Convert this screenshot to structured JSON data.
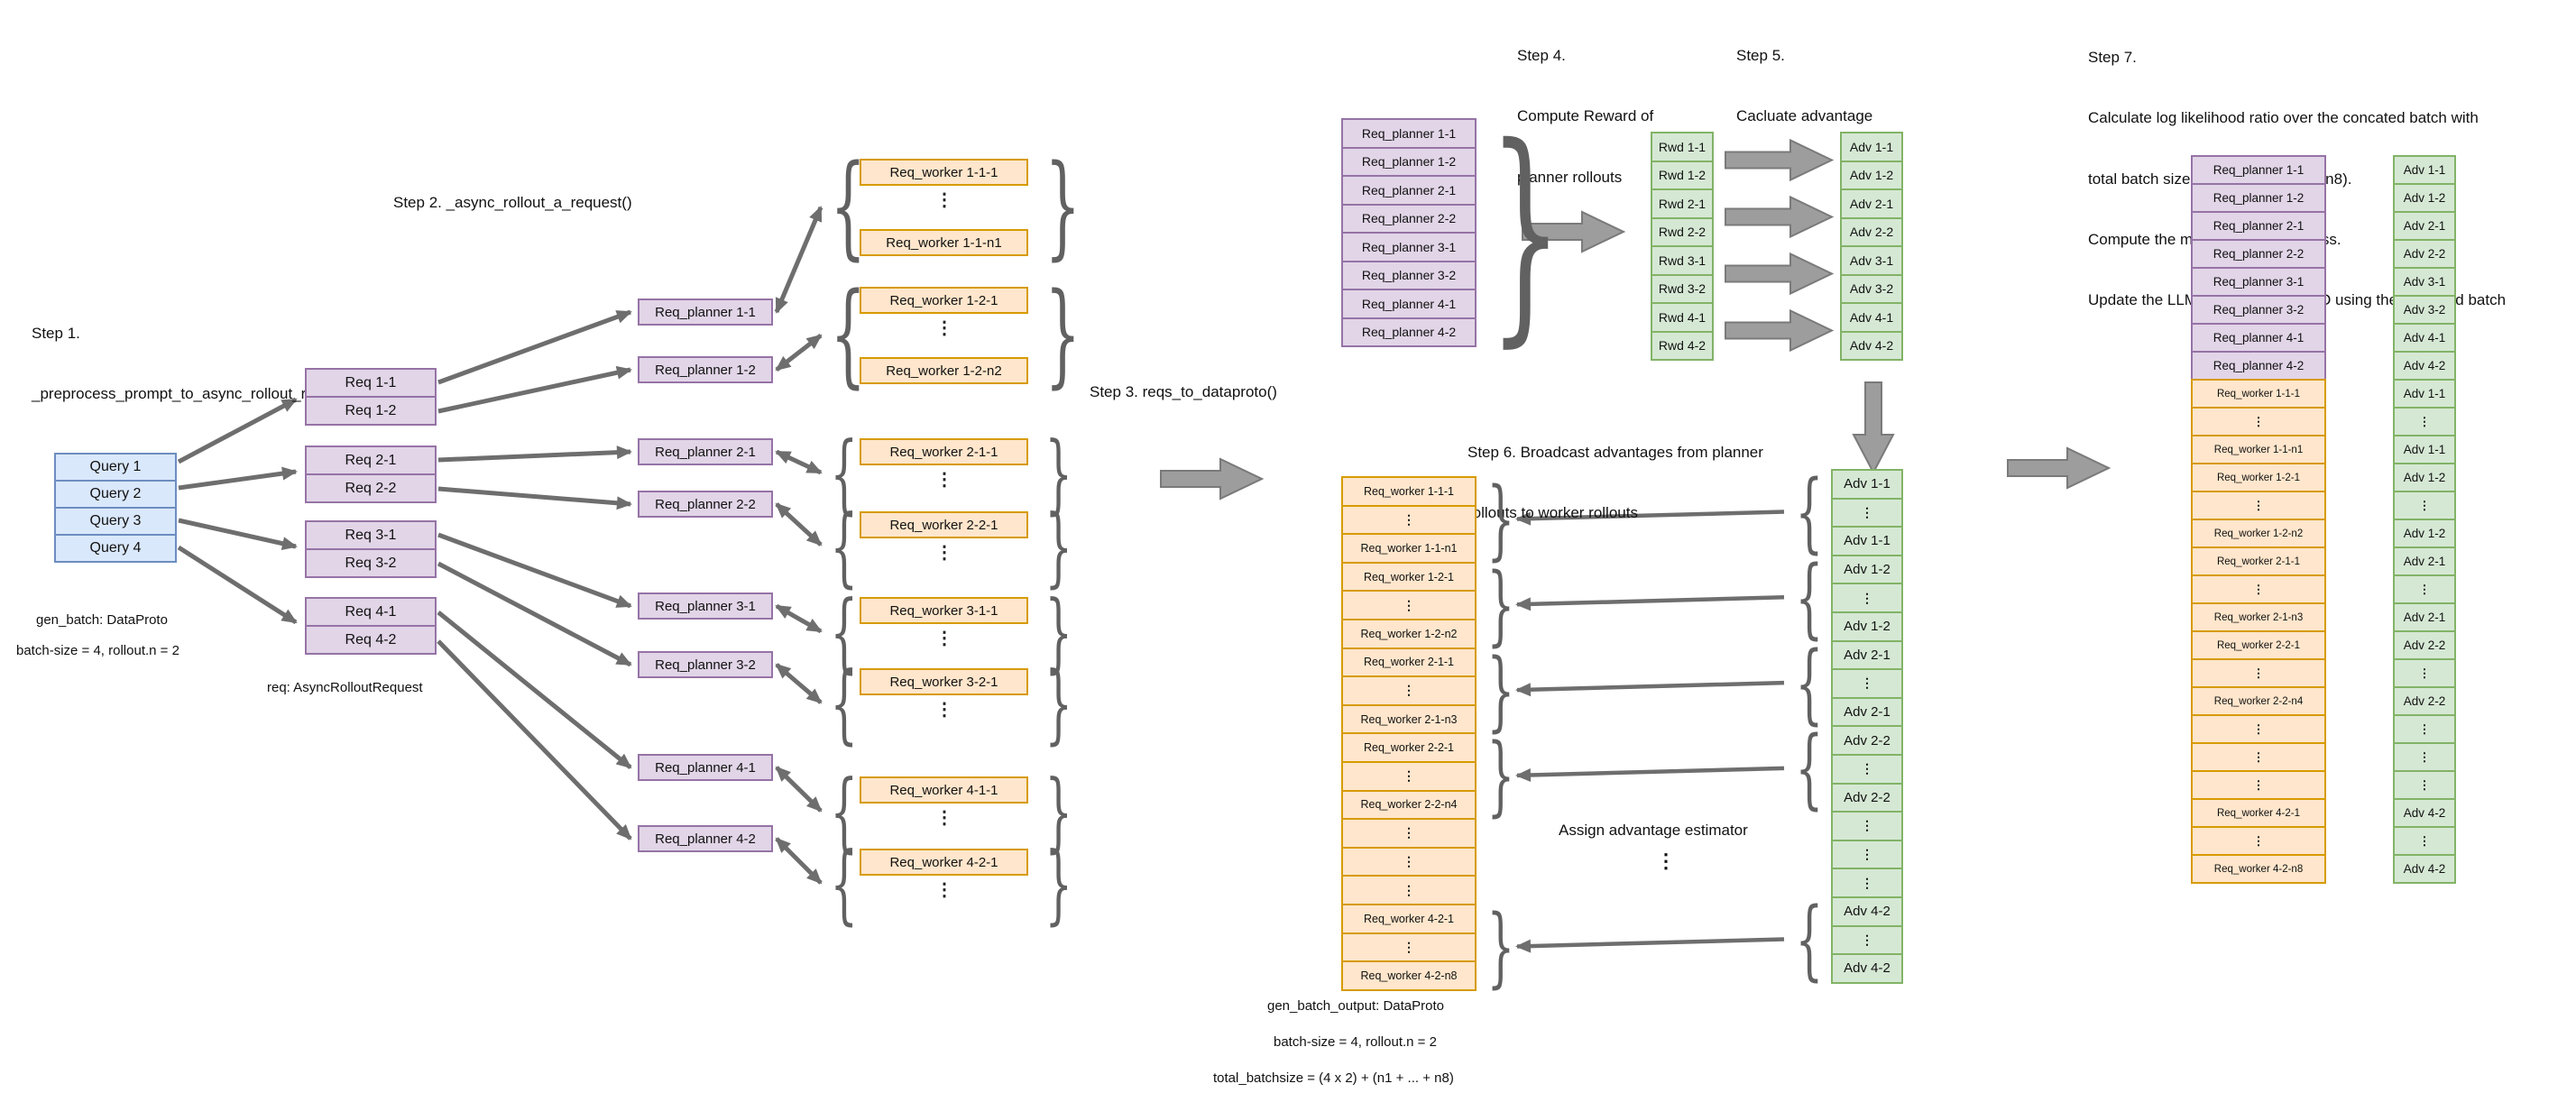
{
  "glyphs": {
    "dots": "⋮"
  },
  "colors": {
    "blue_fill": "#dae8fc",
    "blue_stroke": "#6c8ebf",
    "purple_fill": "#e1d5e7",
    "purple_stroke": "#9673a6",
    "orange_fill": "#ffe6cc",
    "orange_stroke": "#d79b00",
    "green_fill": "#d5e8d4",
    "green_stroke": "#82b366",
    "block_arrow_fill": "#9d9d9d",
    "line": "#6e6e6e"
  },
  "steps": {
    "step1": [
      "Step 1.",
      "_preprocess_prompt_to_async_rollout_requests()"
    ],
    "step2": "Step 2. _async_rollout_a_request()",
    "step3": "Step 3. reqs_to_dataproto()",
    "step4": [
      "Step 4.",
      "Compute Reward of",
      "planner rollouts"
    ],
    "step5": [
      "Step 5.",
      "Cacluate advantage"
    ],
    "step6": [
      "Step 6. Broadcast advantages from planner",
      "rollouts to worker rollouts"
    ],
    "step7": [
      "Step 7.",
      "Calculate log likelihood ratio over the concated batch with",
      "total batch size (4 x 2) + (n1 + ... + n8).",
      "Compute the multi-agent GRPO loss.",
      "Update the LLM as standard GRPO using the concated batch"
    ]
  },
  "left": {
    "queries": [
      "Query 1",
      "Query 2",
      "Query 3",
      "Query 4"
    ],
    "req_pairs": [
      [
        "Req 1-1",
        "Req 1-2"
      ],
      [
        "Req 2-1",
        "Req 2-2"
      ],
      [
        "Req 3-1",
        "Req 3-2"
      ],
      [
        "Req 4-1",
        "Req 4-2"
      ]
    ],
    "gen_batch_label": "gen_batch: DataProto",
    "batch_size_label": "batch-size = 4, rollout.n = 2",
    "req_label": "req: AsyncRolloutRequest"
  },
  "planner_boxes": [
    "Req_planner 1-1",
    "Req_planner 1-2",
    "Req_planner 2-1",
    "Req_planner 2-2",
    "Req_planner 3-1",
    "Req_planner 3-2",
    "Req_planner 4-1",
    "Req_planner 4-2"
  ],
  "worker_groups": [
    [
      "Req_worker 1-1-1",
      "Req_worker 1-1-n1"
    ],
    [
      "Req_worker 1-2-1",
      "Req_worker 1-2-n2"
    ],
    [
      "Req_worker 2-1-1"
    ],
    [
      "Req_worker 2-2-1"
    ],
    [
      "Req_worker 3-1-1"
    ],
    [
      "Req_worker 3-2-1"
    ],
    [
      "Req_worker 4-1-1"
    ],
    [
      "Req_worker 4-2-1"
    ]
  ],
  "mid_top": {
    "planner_rows": [
      "Req_planner 1-1",
      "Req_planner 1-2",
      "Req_planner 2-1",
      "Req_planner 2-2",
      "Req_planner 3-1",
      "Req_planner 3-2",
      "Req_planner 4-1",
      "Req_planner 4-2"
    ],
    "rwd_rows": [
      "Rwd 1-1",
      "Rwd 1-2",
      "Rwd 2-1",
      "Rwd 2-2",
      "Rwd 3-1",
      "Rwd 3-2",
      "Rwd 4-1",
      "Rwd 4-2"
    ],
    "adv_rows": [
      "Adv 1-1",
      "Adv 1-2",
      "Adv 2-1",
      "Adv 2-2",
      "Adv 3-1",
      "Adv 3-2",
      "Adv 4-1",
      "Adv 4-2"
    ]
  },
  "mid_bottom": {
    "worker_rows": [
      "Req_worker 1-1-1",
      "⋮",
      "Req_worker 1-1-n1",
      "Req_worker 1-2-1",
      "⋮",
      "Req_worker 1-2-n2",
      "Req_worker 2-1-1",
      "⋮",
      "Req_worker 2-1-n3",
      "Req_worker 2-2-1",
      "⋮",
      "Req_worker 2-2-n4",
      "⋮",
      "⋮",
      "⋮",
      "Req_worker 4-2-1",
      "⋮",
      "Req_worker 4-2-n8"
    ],
    "adv_rows": [
      "Adv 1-1",
      "⋮",
      "Adv 1-1",
      "Adv 1-2",
      "⋮",
      "Adv 1-2",
      "Adv 2-1",
      "⋮",
      "Adv 2-1",
      "Adv 2-2",
      "⋮",
      "Adv 2-2",
      "⋮",
      "⋮",
      "⋮",
      "Adv 4-2",
      "⋮",
      "Adv 4-2"
    ],
    "assign_label": "Assign advantage estimator",
    "gen_batch_output_label": "gen_batch_output: DataProto",
    "batch_size_label": "batch-size = 4, rollout.n = 2",
    "total_label": "total_batchsize = (4 x 2) + (n1 + ... + n8)"
  },
  "right": {
    "batch_rows": [
      "Req_planner 1-1",
      "Req_planner 1-2",
      "Req_planner 2-1",
      "Req_planner 2-2",
      "Req_planner 3-1",
      "Req_planner 3-2",
      "Req_planner 4-1",
      "Req_planner 4-2",
      "Req_worker 1-1-1",
      "⋮",
      "Req_worker 1-1-n1",
      "Req_worker 1-2-1",
      "⋮",
      "Req_worker 1-2-n2",
      "Req_worker 2-1-1",
      "⋮",
      "Req_worker 2-1-n3",
      "Req_worker 2-2-1",
      "⋮",
      "Req_worker 2-2-n4",
      "⋮",
      "⋮",
      "⋮",
      "Req_worker 4-2-1",
      "⋮",
      "Req_worker 4-2-n8"
    ],
    "adv_rows": [
      "Adv 1-1",
      "Adv 1-2",
      "Adv 2-1",
      "Adv 2-2",
      "Adv 3-1",
      "Adv 3-2",
      "Adv 4-1",
      "Adv 4-2",
      "Adv 1-1",
      "⋮",
      "Adv 1-1",
      "Adv 1-2",
      "⋮",
      "Adv 1-2",
      "Adv 2-1",
      "⋮",
      "Adv 2-1",
      "Adv 2-2",
      "⋮",
      "Adv 2-2",
      "⋮",
      "⋮",
      "⋮",
      "Adv 4-2",
      "⋮",
      "Adv 4-2"
    ]
  }
}
